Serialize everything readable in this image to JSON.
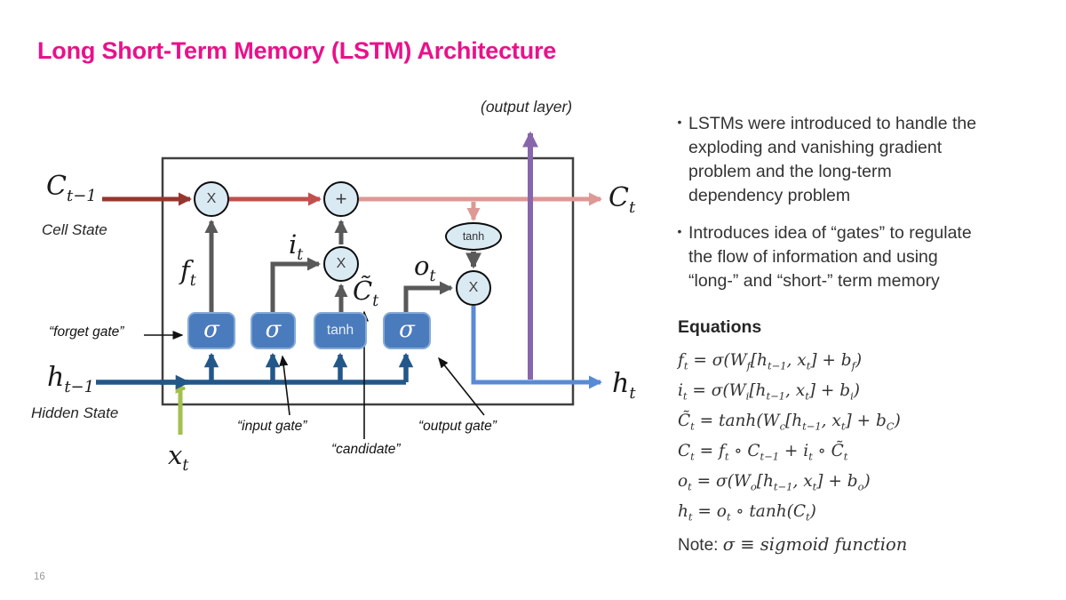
{
  "slide": {
    "title": "Long Short-Term Memory (LSTM) Architecture",
    "page_number": "16",
    "accent_color": "#e9118a"
  },
  "diagram": {
    "output_layer_label": "(output layer)",
    "cell_state_in": "C_{t−1}",
    "cell_state_caption": "Cell State",
    "cell_state_out": "C_{t}",
    "hidden_state_in": "h_{t−1}",
    "hidden_state_caption": "Hidden State",
    "hidden_state_out": "h_{t}",
    "input_symbol": "x_{t}",
    "signal_forget": "f_{t}",
    "signal_input": "i_{t}",
    "signal_candidate": "C̃_{t}",
    "signal_output": "o_{t}",
    "gates": [
      "σ",
      "σ",
      "tanh",
      "σ"
    ],
    "op_multiply": "X",
    "op_add": "+",
    "op_tanh": "tanh",
    "annotation_forget": "“forget gate”",
    "annotation_input": "“input gate”",
    "annotation_candidate": "“candidate”",
    "annotation_output": "“output gate”",
    "colors": {
      "cell_line_in": "#96362e",
      "cell_line_mid": "#c0504d",
      "cell_line_out": "#dd9995",
      "hidden_line": "#235789",
      "hidden_out_line": "#598ad5",
      "output_layer_line": "#8766ac",
      "input_line": "#a2c04d",
      "gate_fill": "#4a7bbd",
      "gate_border": "#85aad6",
      "op_fill": "#daeaf3",
      "arrow_gray": "#595959"
    }
  },
  "sidebar": {
    "bullet_char": "•",
    "bullets": [
      [
        "LSTMs were introduced to handle the",
        "exploding and vanishing gradient",
        "problem and the long-term",
        "dependency problem"
      ],
      [
        "Introduces idea of “gates” to regulate",
        "the flow of information and using",
        "“long-” and “short-” term memory"
      ]
    ],
    "equations_title": "Equations",
    "equations": [
      "f_{t} = σ(W_{f}[h_{t−1}, x_{t}] + b_{f})",
      "i_{t} = σ(W_{i}[h_{t−1}, x_{t}] + b_{i})",
      "C̃_{t} = tanh(W_{c}[h_{t−1}, x_{t}] + b_{C})",
      "C_{t} = f_{t} ∘ C_{t−1} + i_{t} ∘ C̃_{t}",
      "o_{t} = σ(W_{o}[h_{t−1}, x_{t}] + b_{o})",
      "h_{t} = o_{t} ∘ tanh(C_{t})"
    ],
    "note_prefix": "Note: ",
    "note_math": "σ ≡ sigmoid function"
  }
}
